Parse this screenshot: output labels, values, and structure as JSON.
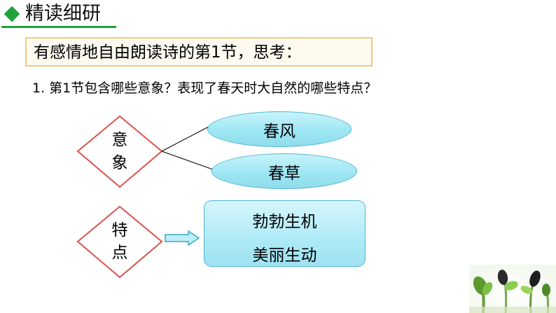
{
  "header": {
    "title": "精读细研",
    "accent_color": "#1fa33a",
    "icon": "green-diamond-icon"
  },
  "prompt": {
    "text": "有感情地自由朗读诗的第1节，思考：",
    "border_color": "#f5c77a"
  },
  "question": {
    "text": "1. 第1节包含哪些意象？表现了春天时大自然的哪些特点？"
  },
  "diagram": {
    "imagery": {
      "label_chars": [
        "意",
        "象"
      ],
      "items": [
        "春风",
        "春草"
      ]
    },
    "features": {
      "label_chars": [
        "特",
        "点"
      ],
      "items": [
        "勃勃生机",
        "美丽生动"
      ]
    },
    "diamond_color": "#d9534f",
    "fill_color": "#a4e6f3"
  },
  "decoration": {
    "image": "seedlings-illustration"
  }
}
